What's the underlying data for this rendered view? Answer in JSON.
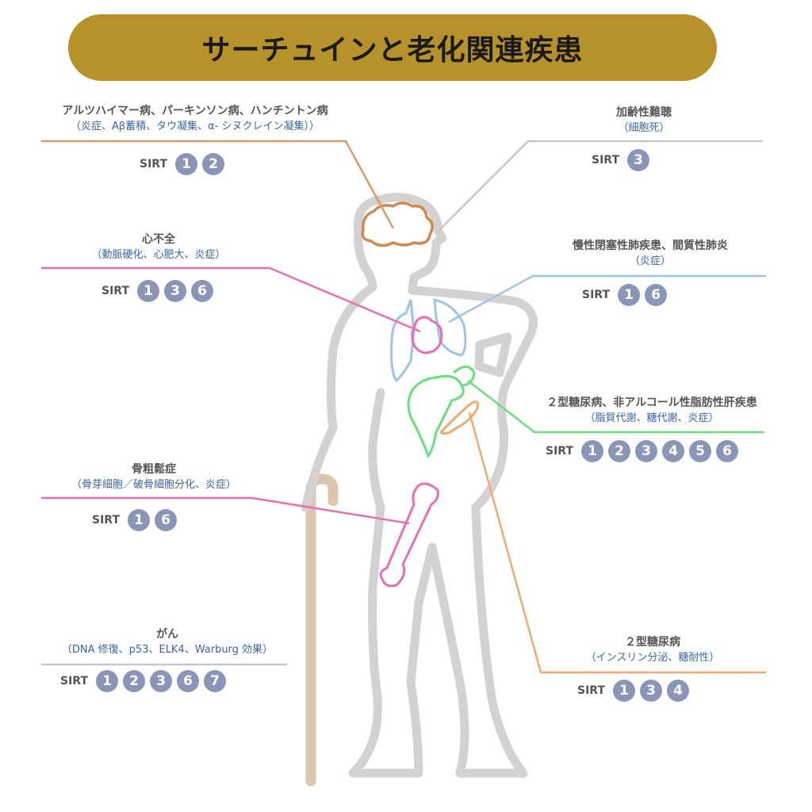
{
  "title": "サーチュインと老化関連疾患",
  "sirt_label": "SIRT",
  "diseases": {
    "neuro": {
      "title": "アルツハイマー病、パーキンソン病、ハンチントン病",
      "detail": "（炎症、Aβ蓄積、タウ凝集、α- シヌクレイン凝集））",
      "sirts": [
        "1",
        "2"
      ],
      "color": "#d89a6a"
    },
    "heart": {
      "title": "心不全",
      "detail": "（動脈硬化、心肥大、炎症）",
      "sirts": [
        "1",
        "3",
        "6"
      ],
      "color": "#e86fb4"
    },
    "bone": {
      "title": "骨粗鬆症",
      "detail": "（骨芽細胞／破骨細胞分化、炎症）",
      "sirts": [
        "1",
        "6"
      ],
      "color": "#e86fb4"
    },
    "cancer": {
      "title": "がん",
      "detail": "（DNA 修復、p53、ELK4、Warburg 効果）",
      "sirts": [
        "1",
        "2",
        "3",
        "6",
        "7"
      ],
      "color": "#c8c8c8"
    },
    "hearing": {
      "title": "加齢性難聴",
      "detail": "（細胞死）",
      "sirts": [
        "3"
      ],
      "color": "#c8c8c8"
    },
    "lung": {
      "title": "慢性閉塞性肺疾患、間質性肺炎",
      "detail": "（炎症）",
      "sirts": [
        "1",
        "6"
      ],
      "color": "#9cc4ee"
    },
    "liver": {
      "title": "２型糖尿病、非アルコール性脂肪性肝疾患",
      "detail": "（脂質代謝、糖代謝、炎症）",
      "sirts": [
        "1",
        "2",
        "3",
        "4",
        "5",
        "6"
      ],
      "color": "#66e07a"
    },
    "diabetes": {
      "title": "２型糖尿病",
      "detail": "（インスリン分泌、糖耐性）",
      "sirts": [
        "1",
        "3",
        "4"
      ],
      "color": "#f0aa70"
    }
  },
  "colors": {
    "banner": "#b7912a",
    "badge": "#8a95b8",
    "body_outline": "#d2d2d2",
    "cane": "#dcc7ae",
    "detail_text": "#3a63a8"
  }
}
